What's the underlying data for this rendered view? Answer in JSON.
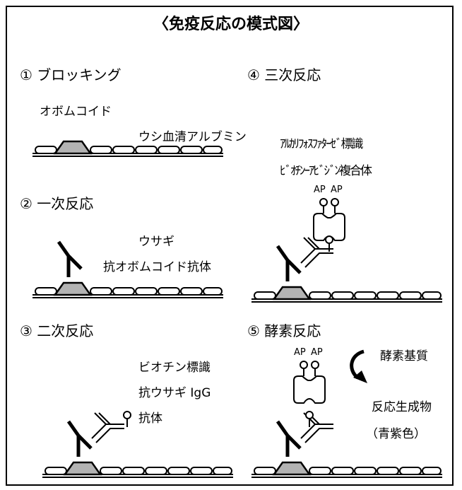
{
  "title": "〈免疫反応の模式図〉",
  "sections": {
    "s1": {
      "heading": "① ブロッキング",
      "label_a": "オボムコイド",
      "label_b": "ウシ血清アルブミン"
    },
    "s2": {
      "heading": "② 一次反応",
      "label_a": "ウサギ",
      "label_b": "抗オボムコイド抗体"
    },
    "s3": {
      "heading": "③ 二次反応",
      "label_a": "ビオチン標識",
      "label_b": "抗ウサギ IgG",
      "label_c": "抗体"
    },
    "s4": {
      "heading": "④ 三次反応",
      "label_a": "ｱﾙｶﾘﾌｫｽﾌｧﾀｰｾﾞ標識",
      "label_b": "ﾋﾞｵﾁﾝｰｱﾋﾞｼﾞﾝ複合体",
      "ap_1": "AP",
      "ap_2": "AP"
    },
    "s5": {
      "heading": "⑤ 酵素反応",
      "label_a": "酵素基質",
      "label_b": "反応生成物",
      "label_c": "（青紫色）",
      "ap_1": "AP",
      "ap_2": "AP"
    }
  },
  "colors": {
    "line": "#000000",
    "antigen_fill": "#b3b3b3",
    "background": "#ffffff"
  }
}
